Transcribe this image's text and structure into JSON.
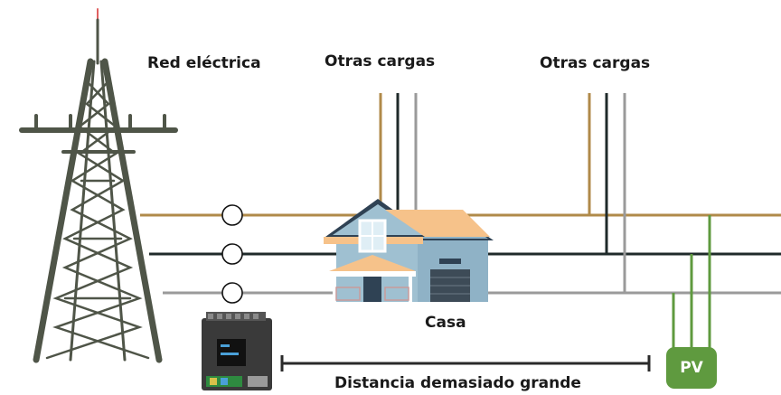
{
  "labels": {
    "grid": "Red eléctrica",
    "other_loads_1": "Otras cargas",
    "other_loads_2": "Otras cargas",
    "house": "Casa",
    "pv": "PV",
    "distance": "Distancia demasiado grande"
  },
  "colors": {
    "phase_l1": "#b08a4a",
    "phase_l2": "#1f2a2a",
    "phase_l3": "#9a9a9a",
    "pv": "#5f9a3f",
    "tower": "#4f5548"
  },
  "icons": [
    "power-tower-icon",
    "house-icon",
    "energy-meter-device-icon",
    "current-sensor-ring-icon",
    "pv-inverter-icon"
  ]
}
